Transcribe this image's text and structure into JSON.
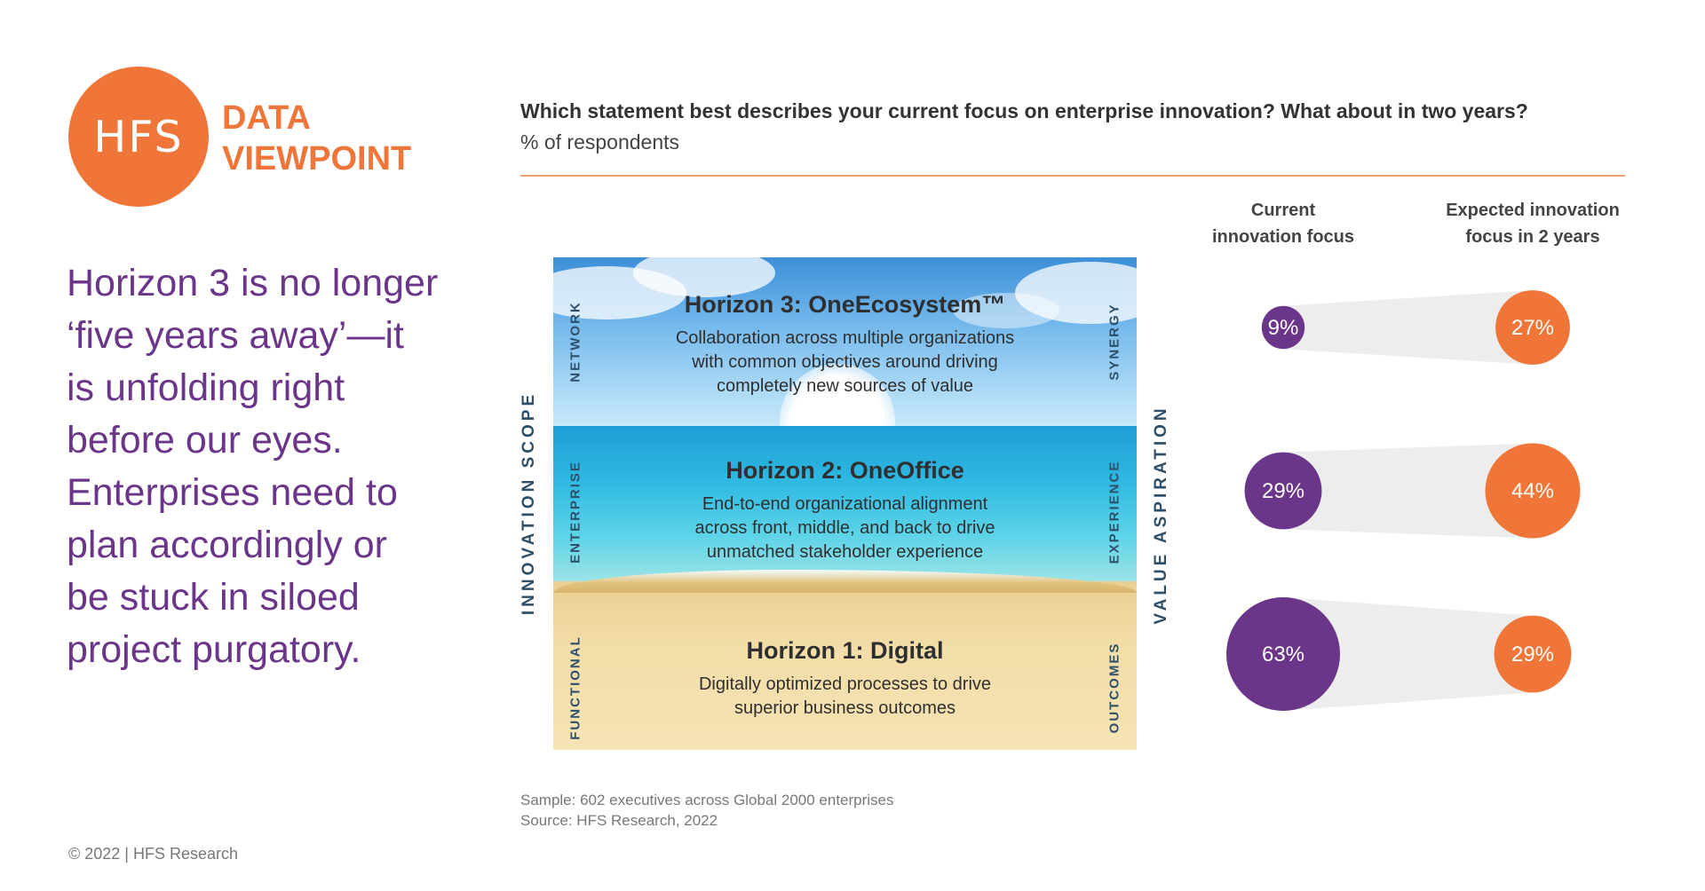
{
  "brand": {
    "logo_text": "HFS",
    "tagline_line1": "DATA",
    "tagline_line2": "VIEWPOINT",
    "orange": "#EF7638",
    "purple": "#6B3589"
  },
  "headline": "Horizon 3 is no longer ‘five years away’—it is unfolding right before our eyes. Enterprises need to plan accordingly or be stuck in siloed project purgatory.",
  "copyright": "© 2022 | HFS Research",
  "question": "Which statement best describes your current focus on enterprise innovation? What about in two years?",
  "subquestion": "% of respondents",
  "horizons": [
    {
      "title": "Horizon 3: OneEcosystem™",
      "desc": [
        "Collaboration across multiple organizations",
        "with common objectives around driving",
        "completely new sources of value"
      ],
      "left_label": "NETWORK",
      "right_label": "SYNERGY"
    },
    {
      "title": "Horizon 2: OneOffice",
      "desc": [
        "End-to-end organizational alignment",
        "across front, middle, and back to drive",
        "unmatched stakeholder experience"
      ],
      "left_label": "ENTERPRISE",
      "right_label": "EXPERIENCE"
    },
    {
      "title": "Horizon 1: Digital",
      "desc": [
        "Digitally optimized processes to drive",
        "superior business outcomes"
      ],
      "left_label": "FUNCTIONAL",
      "right_label": "OUTCOMES"
    }
  ],
  "axes": {
    "left": "INNOVATION SCOPE",
    "right": "VALUE ASPIRATION"
  },
  "chart_data": {
    "type": "bubble",
    "columns": [
      "Current innovation focus",
      "Expected innovation focus in 2 years"
    ],
    "column_lines": [
      [
        "Current",
        "innovation focus"
      ],
      [
        "Expected innovation",
        "focus in 2 years"
      ]
    ],
    "categories": [
      "Horizon 3: OneEcosystem™",
      "Horizon 2: OneOffice",
      "Horizon 1: Digital"
    ],
    "series": [
      {
        "name": "Current innovation focus",
        "values": [
          9,
          29,
          63
        ],
        "labels": [
          "9%",
          "29%",
          "63%"
        ],
        "color": "#6B3589"
      },
      {
        "name": "Expected innovation focus in 2 years",
        "values": [
          27,
          44,
          29
        ],
        "labels": [
          "27%",
          "44%",
          "29%"
        ],
        "color": "#EF7638"
      }
    ],
    "connector_color": "#EDEDED",
    "unit": "%"
  },
  "footnote": {
    "sample": "Sample: 602 executives across Global 2000 enterprises",
    "source": "Source: HFS Research, 2022"
  }
}
